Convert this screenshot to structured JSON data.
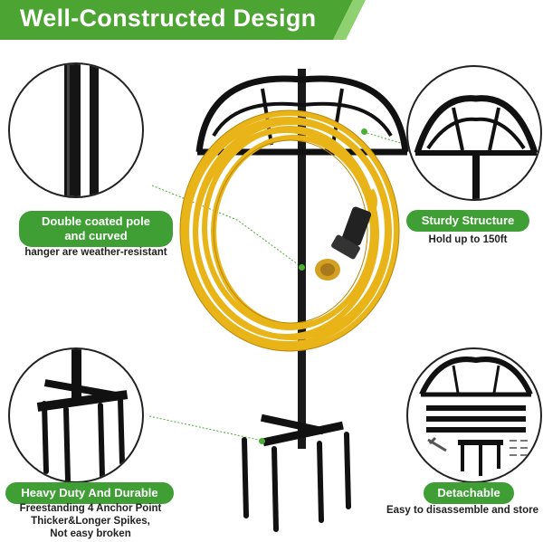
{
  "banner": {
    "title": "Well-Constructed Design",
    "color": "#4ca432"
  },
  "features": [
    {
      "title_line1": "Double coated pole",
      "title_line2": "and curved",
      "caption_lines": [
        "hanger are weather-resistant"
      ]
    },
    {
      "title_line1": "Sturdy Structure",
      "title_line2": "",
      "caption_lines": [
        "Hold up to 150ft"
      ]
    },
    {
      "title_line1": "Heavy Duty And Durable",
      "title_line2": "",
      "caption_lines": [
        "Freestanding 4 Anchor Point",
        "Thicker&Longer Spikes,",
        "Not easy broken"
      ]
    },
    {
      "title_line1": "Detachable",
      "title_line2": "",
      "caption_lines": [
        "Easy to disassemble and store"
      ]
    }
  ],
  "colors": {
    "accent": "#3f9f35",
    "hose": "#e8b418",
    "metal": "#1a1a1a",
    "nozzle": "#d4a020"
  },
  "icons": [
    "pole-closeup",
    "hanger-closeup",
    "spike-base-closeup",
    "disassembled-parts"
  ]
}
